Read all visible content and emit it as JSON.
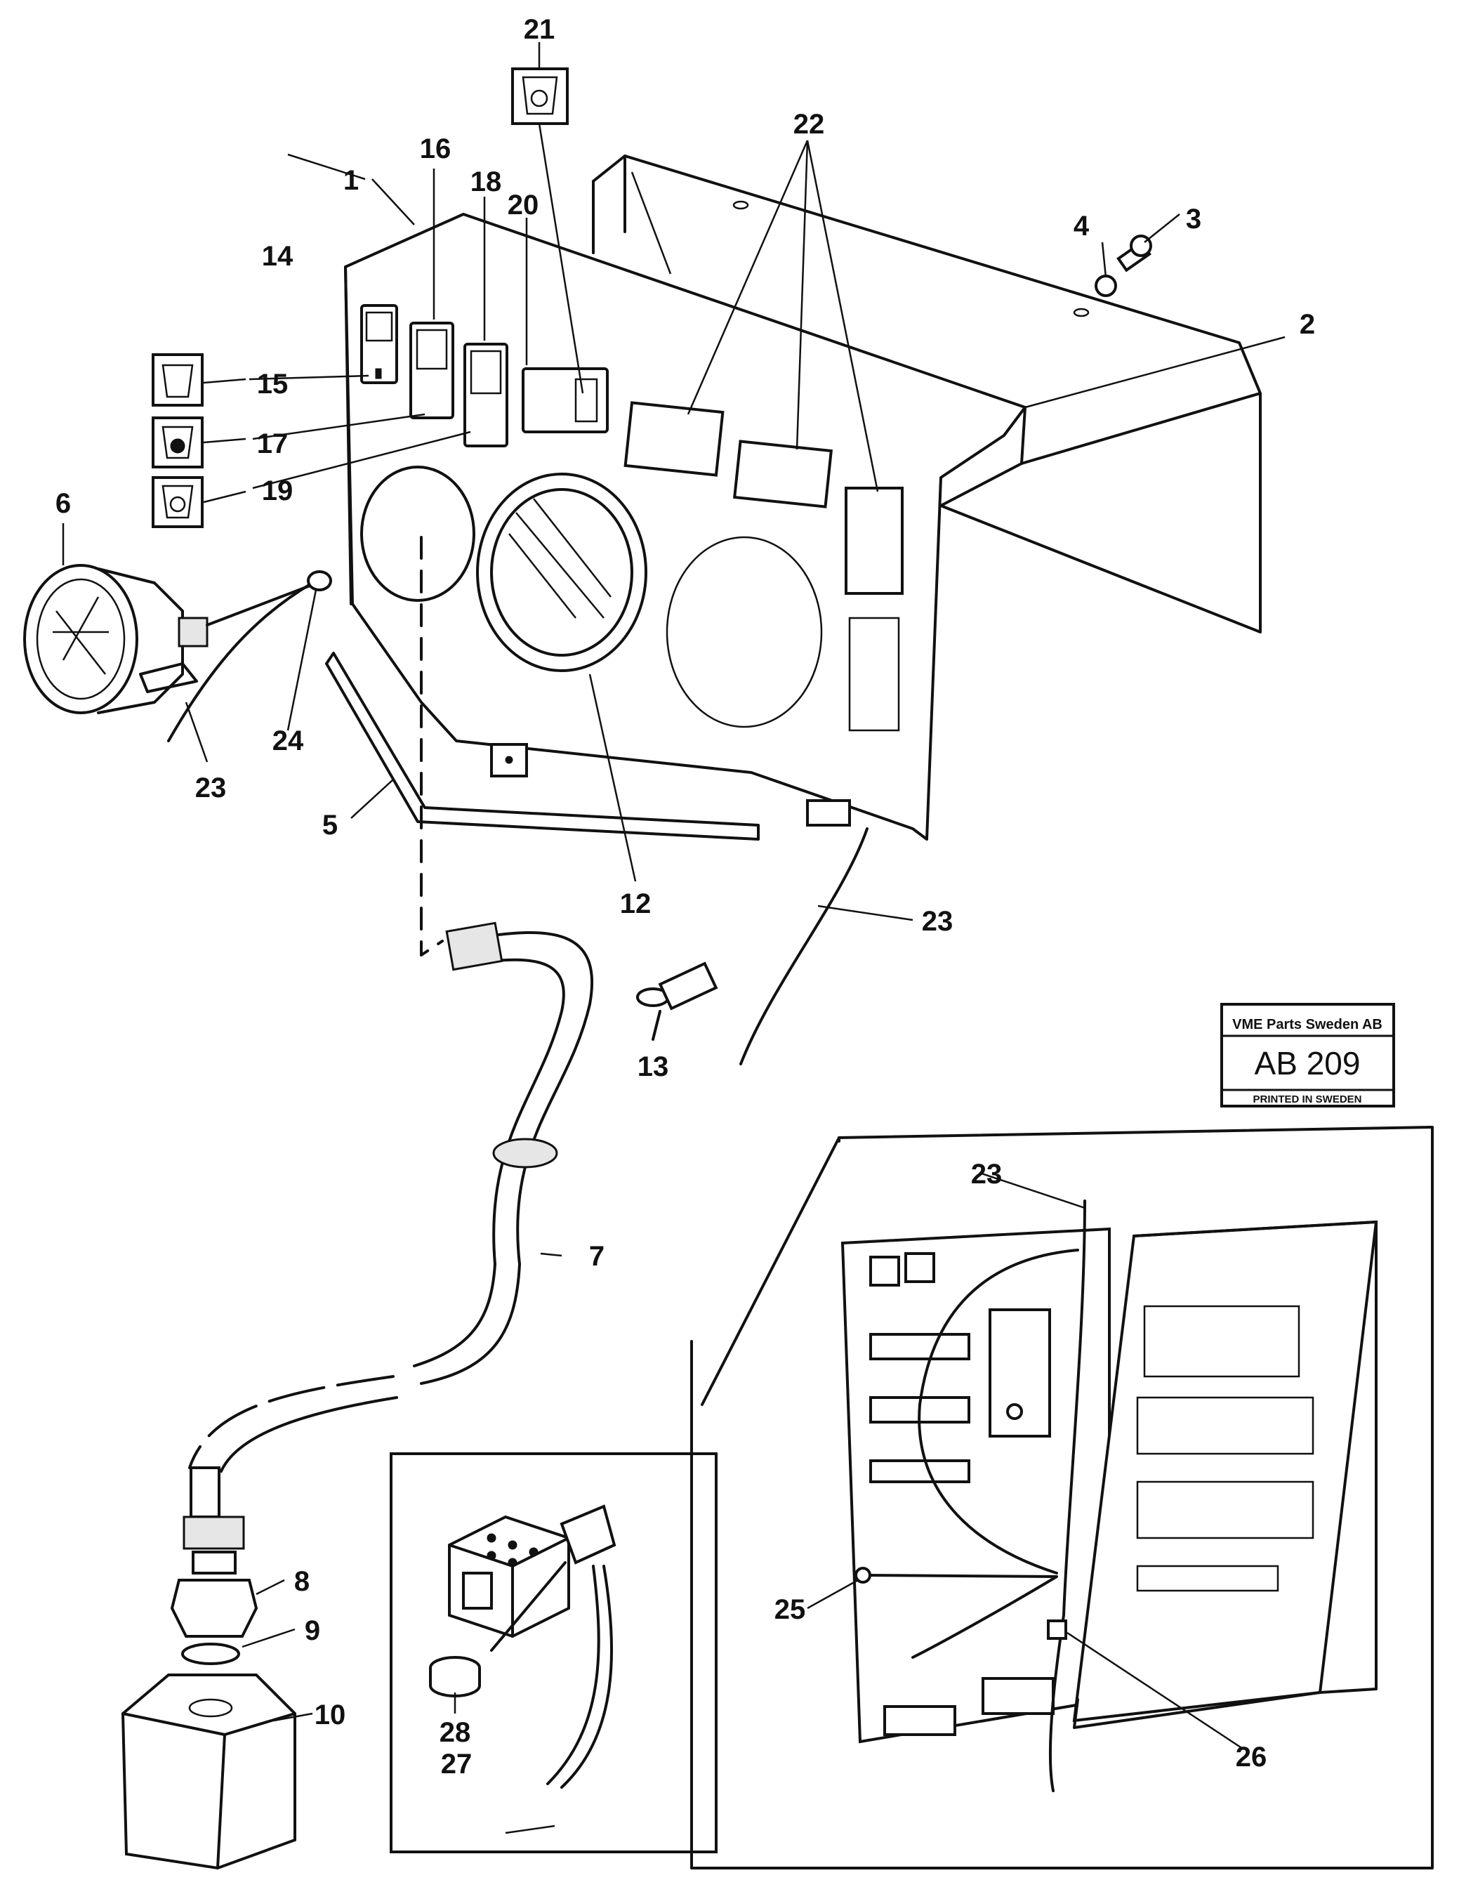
{
  "title_block": {
    "company": "VME Parts Sweden AB",
    "code": "AB 209",
    "printed": "PRINTED IN SWEDEN"
  },
  "callouts": {
    "c1": "1",
    "c2": "2",
    "c3": "3",
    "c4": "4",
    "c5": "5",
    "c6": "6",
    "c7": "7",
    "c8": "8",
    "c9": "9",
    "c10": "10",
    "c12": "12",
    "c13": "13",
    "c14": "14",
    "c15": "15",
    "c16": "16",
    "c17": "17",
    "c18": "18",
    "c19": "19",
    "c20": "20",
    "c21": "21",
    "c22": "22",
    "c23a": "23",
    "c23b": "23",
    "c23c": "23",
    "c24": "24",
    "c25": "25",
    "c26": "26",
    "c27": "27",
    "c28": "28"
  },
  "icons": [
    "coolant-temp-symbol-icon",
    "oil-pressure-symbol-icon",
    "fuel-level-symbol-icon",
    "engine-oil-symbol-icon",
    "indicator-bulb-icon",
    "pressure-gauge-icon"
  ]
}
